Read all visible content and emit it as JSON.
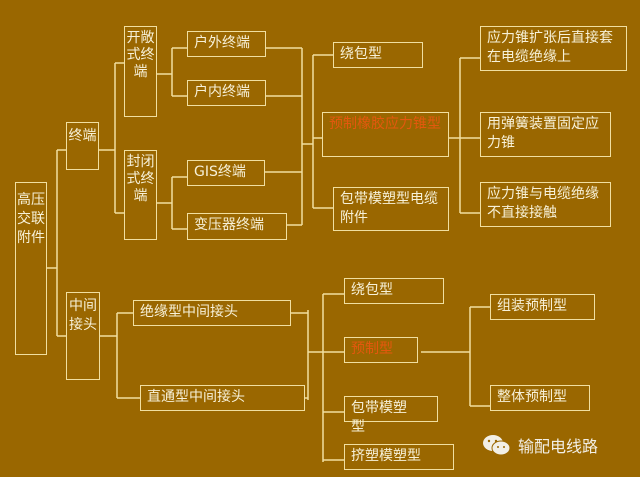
{
  "root": "高压交联附件",
  "level1": {
    "terminal": "终端",
    "joint": "中间接头"
  },
  "terminal": {
    "open": "开敞式终端",
    "closed": "封闭式终端",
    "outdoor": "户外终端",
    "indoor": "户内终端",
    "gis": "GIS终端",
    "transformer": "变压器终端",
    "types": [
      "绕包型",
      "预制橡胶应力锥型",
      "包带模塑型电缆附件"
    ],
    "precast_types": [
      "应力锥扩张后直接套在电缆绝缘上",
      "用弹簧装置固定应力锥",
      "应力锥与电缆绝缘不直接接触"
    ]
  },
  "joint": {
    "insulated": "绝缘型中间接头",
    "straight": "直通型中间接头",
    "types": [
      "绕包型",
      "预制型",
      "包带模塑型",
      "挤塑模塑型"
    ],
    "precast_types": [
      "组装预制型",
      "整体预制型"
    ]
  },
  "watermark": {
    "icon": "wechat-icon",
    "text": "输配电线路"
  },
  "colors": {
    "background": "#9a6700",
    "line": "#f1dfa0",
    "highlight": "#e4580e"
  }
}
